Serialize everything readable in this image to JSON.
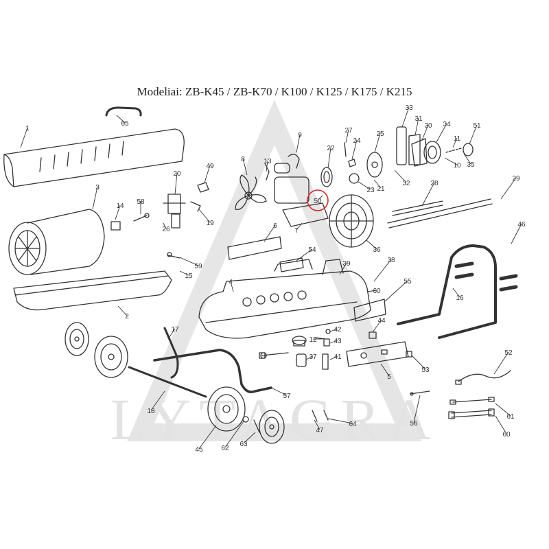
{
  "title": "Modeliai: ZB-K45 / ZB-K70 / K100 / K125 / K175 / K215",
  "watermark": "LYTAGRA",
  "highlight_color": "#d62828",
  "ink_color": "#333333",
  "parts": [
    {
      "num": "65"
    },
    {
      "num": "1"
    },
    {
      "num": "3"
    },
    {
      "num": "49"
    },
    {
      "num": "20"
    },
    {
      "num": "14"
    },
    {
      "num": "58"
    },
    {
      "num": "26"
    },
    {
      "num": "19"
    },
    {
      "num": "9"
    },
    {
      "num": "8"
    },
    {
      "num": "13"
    },
    {
      "num": "22"
    },
    {
      "num": "27"
    },
    {
      "num": "24"
    },
    {
      "num": "25"
    },
    {
      "num": "33"
    },
    {
      "num": "31"
    },
    {
      "num": "30"
    },
    {
      "num": "34"
    },
    {
      "num": "11"
    },
    {
      "num": "51"
    },
    {
      "num": "10"
    },
    {
      "num": "35"
    },
    {
      "num": "32"
    },
    {
      "num": "21"
    },
    {
      "num": "23"
    },
    {
      "num": "50",
      "highlight": true
    },
    {
      "num": "28"
    },
    {
      "num": "29"
    },
    {
      "num": "7"
    },
    {
      "num": "6"
    },
    {
      "num": "36"
    },
    {
      "num": "46"
    },
    {
      "num": "59"
    },
    {
      "num": "15"
    },
    {
      "num": "54"
    },
    {
      "num": "39"
    },
    {
      "num": "38"
    },
    {
      "num": "2"
    },
    {
      "num": "4"
    },
    {
      "num": "55"
    },
    {
      "num": "60"
    },
    {
      "num": "16"
    },
    {
      "num": "44"
    },
    {
      "num": "42"
    },
    {
      "num": "12"
    },
    {
      "num": "43"
    },
    {
      "num": "17"
    },
    {
      "num": "37"
    },
    {
      "num": "41"
    },
    {
      "num": "5"
    },
    {
      "num": "53"
    },
    {
      "num": "52"
    },
    {
      "num": "18"
    },
    {
      "num": "57"
    },
    {
      "num": "56"
    },
    {
      "num": "61"
    },
    {
      "num": "47"
    },
    {
      "num": "64"
    },
    {
      "num": "45"
    },
    {
      "num": "62"
    },
    {
      "num": "63"
    },
    {
      "num": "60"
    }
  ]
}
